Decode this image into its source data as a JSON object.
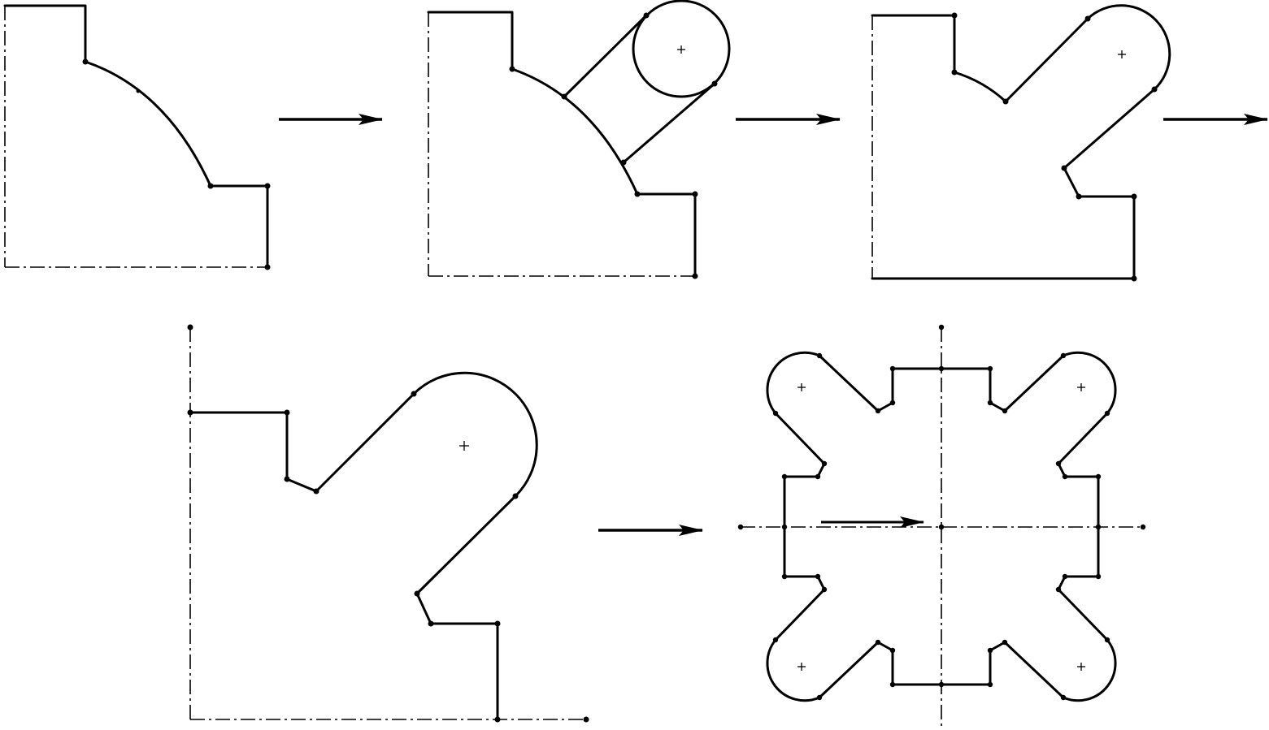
{
  "diagram": {
    "description_steps": [
      {
        "id": "step-1",
        "label": ""
      },
      {
        "id": "step-2",
        "label": ""
      },
      {
        "id": "step-3",
        "label": ""
      },
      {
        "id": "step-4",
        "label": ""
      },
      {
        "id": "step-5",
        "label": ""
      }
    ],
    "colors": {
      "stroke": "#000000",
      "background": "#ffffff"
    }
  }
}
